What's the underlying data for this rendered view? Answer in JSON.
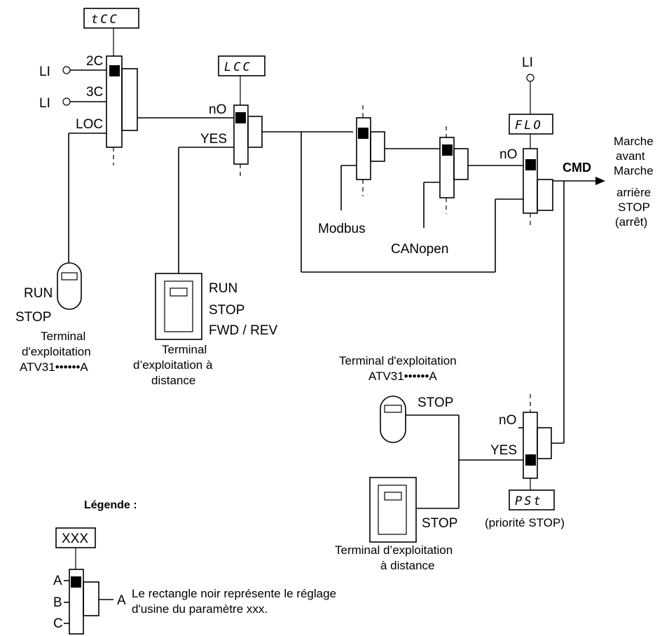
{
  "params": {
    "tcc": "tCC",
    "lcc": "LCC",
    "flo": "FLO",
    "pst": "PSt",
    "xxx": "XXX"
  },
  "inputs": {
    "li1": "LI",
    "li2": "LI",
    "li3": "LI",
    "opt_2c": "2C",
    "opt_3c": "3C",
    "opt_loc": "LOC",
    "lcc_no": "nO",
    "lcc_yes": "YES",
    "flo_no": "nO",
    "pst_no": "nO",
    "pst_yes": "YES"
  },
  "labels": {
    "modbus": "Modbus",
    "canopen": "CANopen",
    "cmd": "CMD",
    "out1": "Marche",
    "out2": "avant",
    "out3": "Marche",
    "out4": "arrière",
    "out5": "STOP",
    "out6": "(arrêt)",
    "kp_run": "RUN",
    "kp_stop": "STOP",
    "kp_term1": "Terminal",
    "kp_term2": "d'exploitation",
    "kp_term3": "ATV31••••••A",
    "rt_run": "RUN",
    "rt_stop": "STOP",
    "rt_fwd": "FWD / REV",
    "rt_term1": "Terminal",
    "rt_term2": "d’exploitation à",
    "rt_term3": "distance",
    "br_term1": "Terminal d'exploitation",
    "br_term2": "ATV31••••••A",
    "br_stop1": "STOP",
    "br_stop2": "STOP",
    "br_term3": "Terminal d’exploitation",
    "br_term4": "à distance",
    "pst_note": "(priorité STOP)"
  },
  "legend": {
    "title": "Légende :",
    "a": "A",
    "b": "B",
    "c": "C",
    "out": "A",
    "text1": "Le rectangle noir représente le réglage",
    "text2": "d'usine du paramètre xxx."
  }
}
